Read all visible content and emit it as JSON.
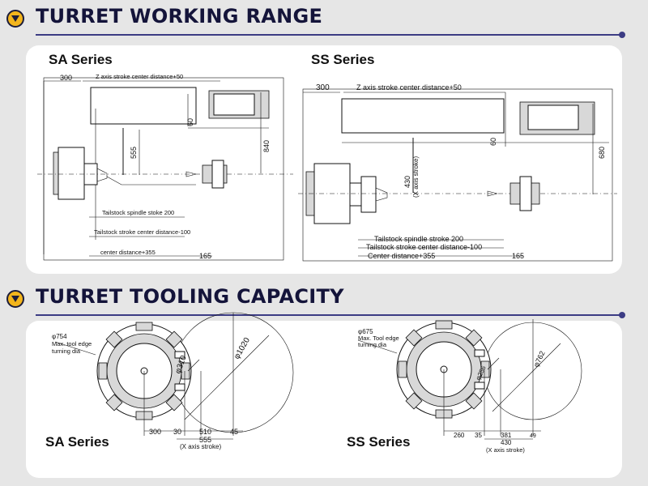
{
  "sections": [
    {
      "title": "TURRET WORKING RANGE",
      "series": [
        {
          "label": "SA Series",
          "dims": {
            "d300": "300",
            "z_stroke": "Z axis stroke center distance+50",
            "d60": "60",
            "d555": "555",
            "d840": "840",
            "tailstock_spindle": "Tailstock spindle stoke 200",
            "tailstock_center": "Tailstock stroke center distance-100",
            "center_distance": "center distance+355",
            "d165": "165"
          }
        },
        {
          "label": "SS Series",
          "dims": {
            "d300": "300",
            "z_stroke": "Z axis stroke center distance+50",
            "d60": "60",
            "d430": "430",
            "x_stroke": "(X axis stroke)",
            "d680": "680",
            "tailstock_spindle": "Tailstock spindle stroke 200",
            "tailstock_center": "Tailstock stroke center distance-100",
            "center_distance": "Center distance+355",
            "d165": "165"
          }
        }
      ]
    },
    {
      "title": "TURRET TOOLING CAPACITY",
      "series": [
        {
          "label": "SA Series",
          "dims": {
            "dia_tool": "φ754",
            "max_tool_1": "Max. tool edge",
            "max_tool_2": "turning dia",
            "dia_1020": "φ1020",
            "dia_310": "φ310",
            "d300": "300",
            "d30": "30",
            "d510": "510",
            "d45": "45",
            "d555": "555",
            "x_stroke": "(X axis stroke)"
          }
        },
        {
          "label": "SS Series",
          "dims": {
            "dia_tool": "φ675",
            "max_tool_1": "Max. Tool edge",
            "max_tool_2": "turning dia",
            "dia_762": "φ762",
            "dia_256": "φ256",
            "d260": "260",
            "d35": "35",
            "d381": "381",
            "d49": "49",
            "d430": "430",
            "x_stroke": "(X axis stroke)"
          }
        }
      ]
    }
  ],
  "colors": {
    "background": "#e6e6e6",
    "badge": "#f3b51c",
    "title_text": "#14143a",
    "rule": "#3c3c84",
    "panel": "#ffffff"
  },
  "icons": [
    "chevron-down-icon"
  ]
}
